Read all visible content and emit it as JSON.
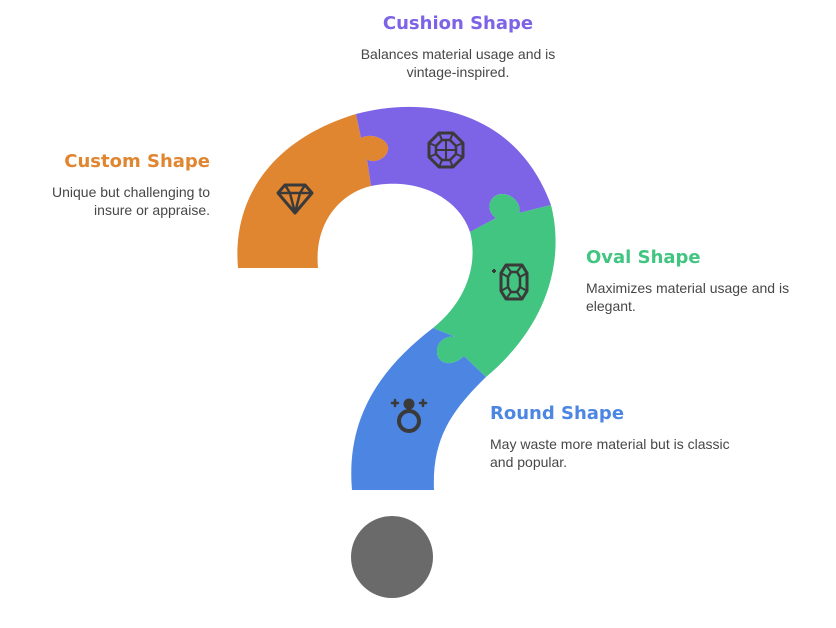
{
  "colors": {
    "custom": "#E08530",
    "cushion": "#7D63E6",
    "oval": "#41C580",
    "round": "#4D86E2",
    "dot": "#6A6A6A",
    "icon": "#3A3A3A",
    "description": "#474747"
  },
  "pieces": [
    {
      "key": "cushion",
      "title": "Cushion Shape",
      "description": "Balances material usage and is vintage-inspired.",
      "icon": "octagon-gem-icon"
    },
    {
      "key": "custom",
      "title": "Custom Shape",
      "description": "Unique but challenging to insure or appraise.",
      "icon": "diamond-icon"
    },
    {
      "key": "oval",
      "title": "Oval Shape",
      "description": "Maximizes material usage and is elegant.",
      "icon": "oval-gem-icon"
    },
    {
      "key": "round",
      "title": "Round Shape",
      "description": "May waste more material but is classic and popular.",
      "icon": "ring-icon"
    }
  ]
}
